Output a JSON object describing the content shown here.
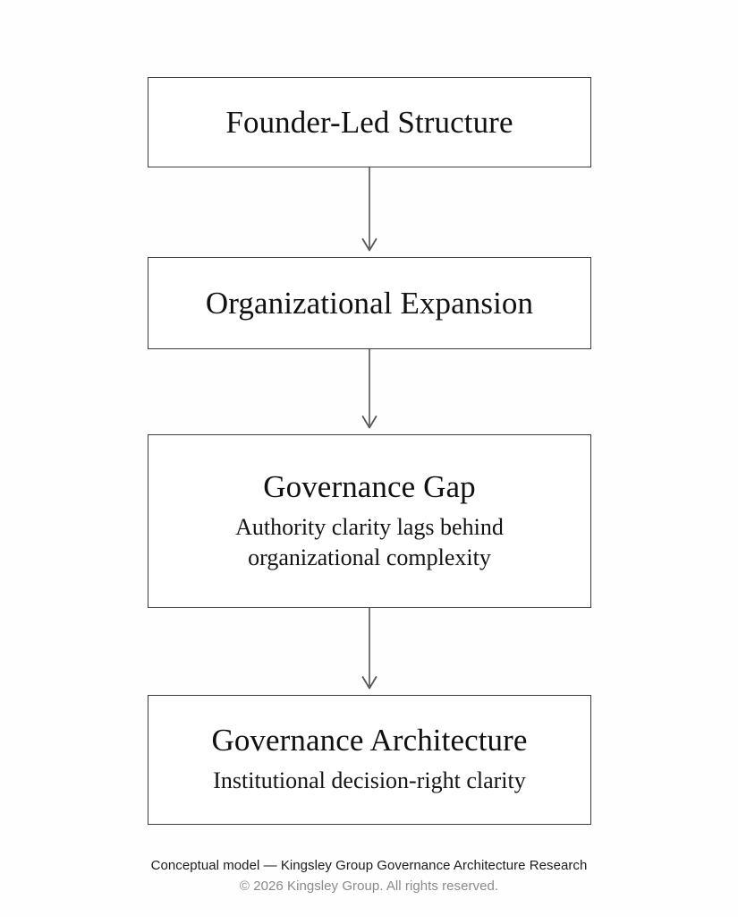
{
  "diagram": {
    "type": "flowchart",
    "orientation": "vertical",
    "nodes": [
      {
        "id": "founder-led-structure",
        "title": "Founder-Led Structure",
        "subtitle_lines": []
      },
      {
        "id": "organizational-expansion",
        "title": "Organizational Expansion",
        "subtitle_lines": []
      },
      {
        "id": "governance-gap",
        "title": "Governance Gap",
        "subtitle_lines": [
          "Authority clarity lags behind",
          "organizational complexity"
        ]
      },
      {
        "id": "governance-architecture",
        "title": "Governance Architecture",
        "subtitle_lines": [
          "Institutional decision-right clarity"
        ]
      }
    ],
    "connectors": [
      {
        "from": "founder-led-structure",
        "to": "organizational-expansion",
        "shape": "down-arrow"
      },
      {
        "from": "organizational-expansion",
        "to": "governance-gap",
        "shape": "down-arrow"
      },
      {
        "from": "governance-gap",
        "to": "governance-architecture",
        "shape": "down-arrow"
      }
    ],
    "colors": {
      "background": "#fefefe",
      "node_fill": "#ffffff",
      "node_border": "#3b3b3b",
      "title_text": "#111111",
      "subtitle_text": "#141414",
      "arrow": "#555555",
      "footer_primary": "#1c1c1c",
      "footer_secondary": "#8a8a8a"
    }
  },
  "footer": {
    "caption": "Conceptual model — Kingsley Group Governance Architecture Research",
    "copyright": "© 2026 Kingsley Group. All rights reserved."
  }
}
